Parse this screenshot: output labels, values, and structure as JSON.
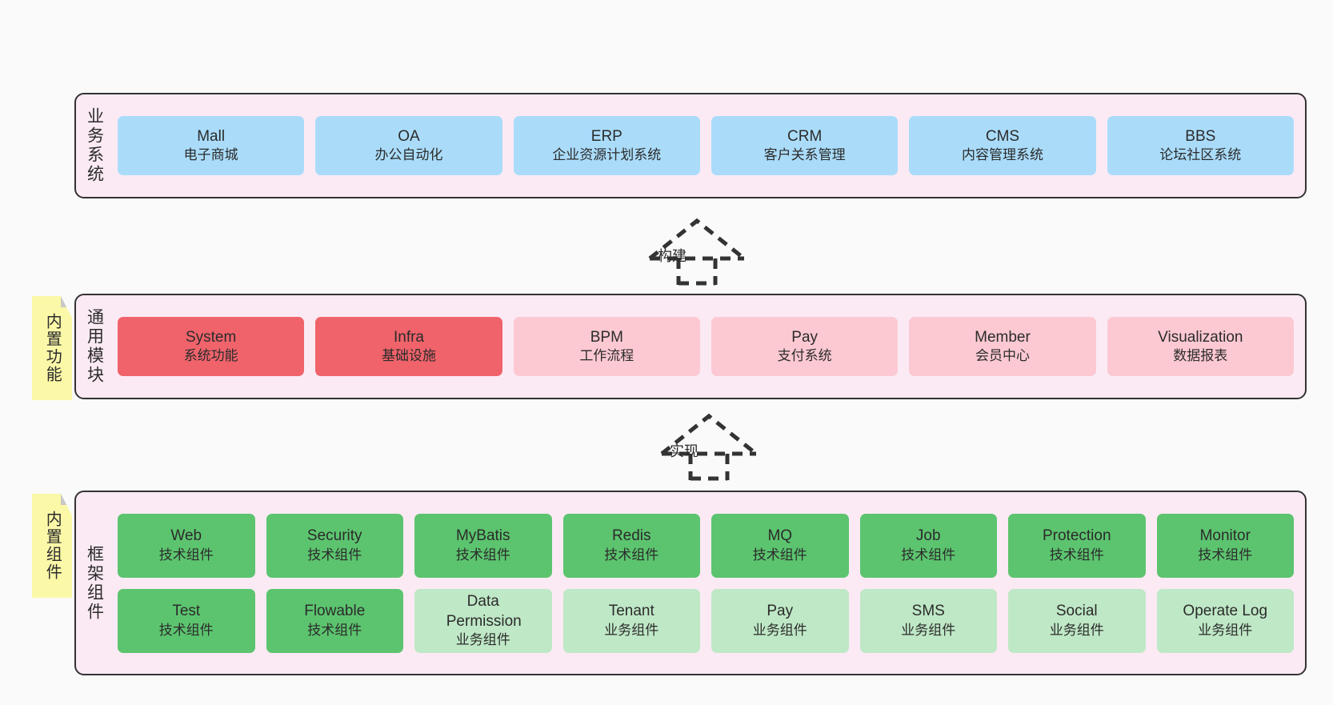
{
  "diagram": {
    "background_color": "#fafafa",
    "layers": [
      {
        "id": "business",
        "title": "业务系统",
        "band_color": "#fbeaf4",
        "border_color": "#333333",
        "rows": [
          {
            "cards": [
              {
                "name": "Mall",
                "sub": "电子商城",
                "color": "#aadcfa",
                "style": "c-blue"
              },
              {
                "name": "OA",
                "sub": "办公自动化",
                "color": "#aadcfa",
                "style": "c-blue"
              },
              {
                "name": "ERP",
                "sub": "企业资源计划系统",
                "color": "#aadcfa",
                "style": "c-blue"
              },
              {
                "name": "CRM",
                "sub": "客户关系管理",
                "color": "#aadcfa",
                "style": "c-blue"
              },
              {
                "name": "CMS",
                "sub": "内容管理系统",
                "color": "#aadcfa",
                "style": "c-blue"
              },
              {
                "name": "BBS",
                "sub": "论坛社区系统",
                "color": "#aadcfa",
                "style": "c-blue"
              }
            ]
          }
        ]
      },
      {
        "id": "common-modules",
        "title": "通用模块",
        "note": "内置功能",
        "note_color": "#fbf8a8",
        "band_color": "#fbeaf4",
        "border_color": "#333333",
        "rows": [
          {
            "cards": [
              {
                "name": "System",
                "sub": "系统功能",
                "color": "#f0636b",
                "style": "c-red"
              },
              {
                "name": "Infra",
                "sub": "基础设施",
                "color": "#f0636b",
                "style": "c-red"
              },
              {
                "name": "BPM",
                "sub": "工作流程",
                "color": "#fcc9d2",
                "style": "c-pink"
              },
              {
                "name": "Pay",
                "sub": "支付系统",
                "color": "#fcc9d2",
                "style": "c-pink"
              },
              {
                "name": "Member",
                "sub": "会员中心",
                "color": "#fcc9d2",
                "style": "c-pink"
              },
              {
                "name": "Visualization",
                "sub": "数据报表",
                "color": "#fcc9d2",
                "style": "c-pink"
              }
            ]
          }
        ]
      },
      {
        "id": "framework-components",
        "title": "框架组件",
        "note": "内置组件",
        "note_color": "#fbf8a8",
        "band_color": "#fbeaf4",
        "border_color": "#333333",
        "rows": [
          {
            "cards": [
              {
                "name": "Web",
                "sub": "技术组件",
                "color": "#5cc46f",
                "style": "c-green"
              },
              {
                "name": "Security",
                "sub": "技术组件",
                "color": "#5cc46f",
                "style": "c-green"
              },
              {
                "name": "MyBatis",
                "sub": "技术组件",
                "color": "#5cc46f",
                "style": "c-green"
              },
              {
                "name": "Redis",
                "sub": "技术组件",
                "color": "#5cc46f",
                "style": "c-green"
              },
              {
                "name": "MQ",
                "sub": "技术组件",
                "color": "#5cc46f",
                "style": "c-green"
              },
              {
                "name": "Job",
                "sub": "技术组件",
                "color": "#5cc46f",
                "style": "c-green"
              },
              {
                "name": "Protection",
                "sub": "技术组件",
                "color": "#5cc46f",
                "style": "c-green"
              },
              {
                "name": "Monitor",
                "sub": "技术组件",
                "color": "#5cc46f",
                "style": "c-green"
              }
            ]
          },
          {
            "cards": [
              {
                "name": "Test",
                "sub": "技术组件",
                "color": "#5cc46f",
                "style": "c-green"
              },
              {
                "name": "Flowable",
                "sub": "技术组件",
                "color": "#5cc46f",
                "style": "c-green"
              },
              {
                "name": "Data Permission",
                "sub": "业务组件",
                "color": "#bfe8c6",
                "style": "c-green-lt"
              },
              {
                "name": "Tenant",
                "sub": "业务组件",
                "color": "#bfe8c6",
                "style": "c-green-lt"
              },
              {
                "name": "Pay",
                "sub": "业务组件",
                "color": "#bfe8c6",
                "style": "c-green-lt"
              },
              {
                "name": "SMS",
                "sub": "业务组件",
                "color": "#bfe8c6",
                "style": "c-green-lt"
              },
              {
                "name": "Social",
                "sub": "业务组件",
                "color": "#bfe8c6",
                "style": "c-green-lt"
              },
              {
                "name": "Operate Log",
                "sub": "业务组件",
                "color": "#bfe8c6",
                "style": "c-green-lt"
              }
            ]
          }
        ]
      }
    ],
    "connectors": [
      {
        "id": "build",
        "label": "构建",
        "from": "common-modules",
        "to": "business",
        "style": "dashed-generalization"
      },
      {
        "id": "implement",
        "label": "实现",
        "from": "framework-components",
        "to": "common-modules",
        "style": "dashed-generalization"
      }
    ]
  }
}
